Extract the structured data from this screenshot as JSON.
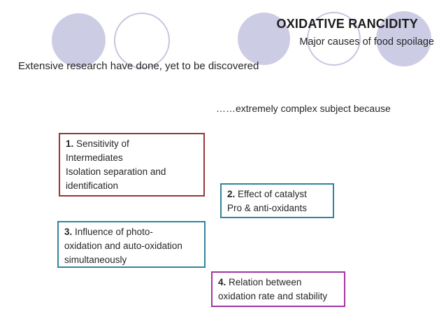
{
  "slide": {
    "title": "OXIDATIVE RANCIDITY",
    "subtitle": "Major causes of food spoilage",
    "intro": "Extensive research have done, yet to be discovered",
    "note": "……extremely complex subject because",
    "boxes": [
      {
        "number": "1.",
        "text": " Sensitivity of\nIntermediates\nIsolation separation and\nidentification",
        "border_color": "#953735"
      },
      {
        "number": "2.",
        "text": " Effect of catalyst\nPro & anti-oxidants",
        "border_color": "#31849b"
      },
      {
        "number": "3.",
        "text": " Influence of photo-\noxidation and auto-oxidation\nsimultaneously",
        "border_color": "#31849b"
      },
      {
        "number": "4.",
        "text": " Relation between\noxidation rate and stability",
        "border_color": "#a335a3"
      }
    ],
    "decor": {
      "circle_fill": "#cdcce5",
      "circle_outline": "#c6c5df"
    }
  }
}
